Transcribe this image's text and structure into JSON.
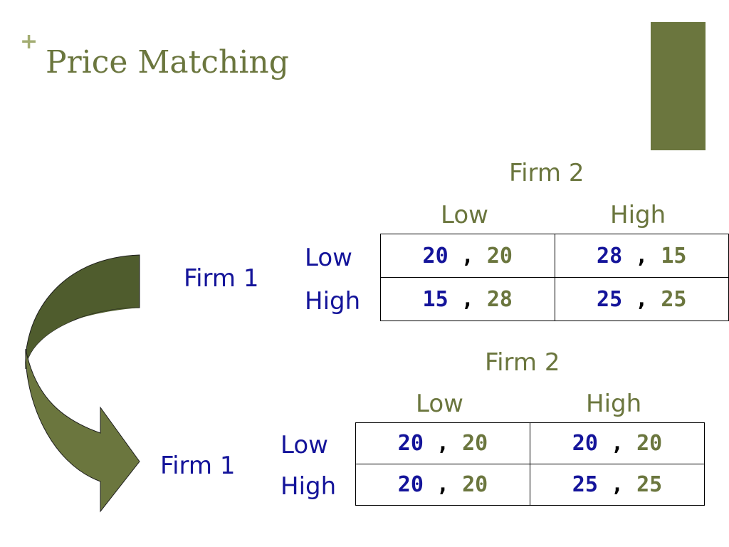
{
  "slide": {
    "title": "Price Matching",
    "bullet": "+",
    "accent_color": "#6b763e",
    "player1_color": "#14149a"
  },
  "games": [
    {
      "column_player": "Firm 2",
      "row_player": "Firm 1",
      "column_labels": [
        "Low",
        "High"
      ],
      "row_labels": [
        "Low",
        "High"
      ],
      "cells": [
        [
          {
            "a": "20",
            "sep": " , ",
            "b": "20"
          },
          {
            "a": "28",
            "sep": " , ",
            "b": "15"
          }
        ],
        [
          {
            "a": "15",
            "sep": " , ",
            "b": "28"
          },
          {
            "a": "25",
            "sep": " , ",
            "b": "25"
          }
        ]
      ]
    },
    {
      "column_player": "Firm 2",
      "row_player": "Firm 1",
      "column_labels": [
        "Low",
        "High"
      ],
      "row_labels": [
        "Low",
        "High"
      ],
      "cells": [
        [
          {
            "a": "20",
            "sep": " , ",
            "b": "20"
          },
          {
            "a": "20",
            "sep": " , ",
            "b": "20"
          }
        ],
        [
          {
            "a": "20",
            "sep": " , ",
            "b": "20"
          },
          {
            "a": "25",
            "sep": " , ",
            "b": "25"
          }
        ]
      ]
    }
  ],
  "decorations": {
    "arrow_icon": "curved-arrow-icon",
    "bar_icon": "accent-bar"
  }
}
